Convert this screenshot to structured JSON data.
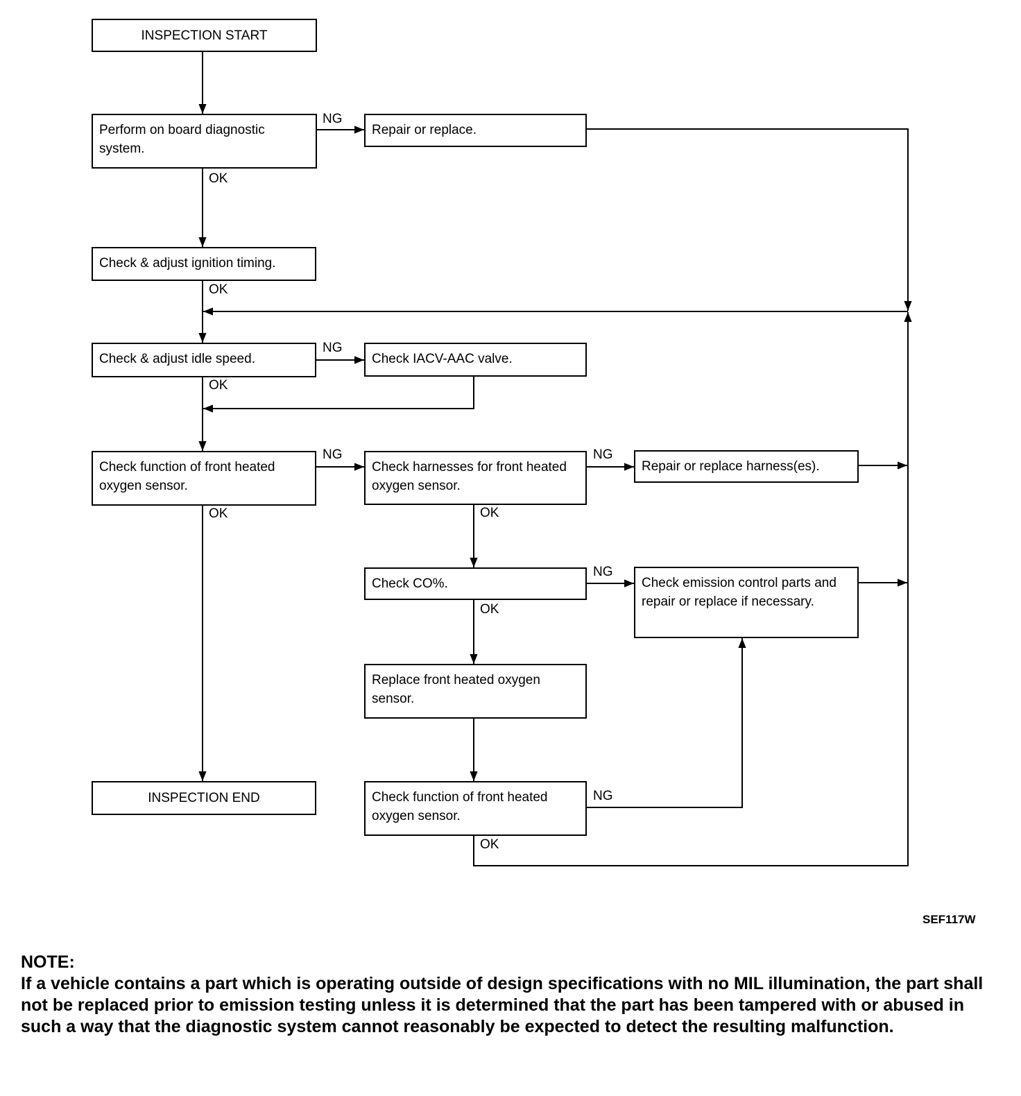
{
  "boxes": {
    "start": "INSPECTION START",
    "obd": "Perform on board diagnostic system.",
    "repair1": "Repair or replace.",
    "ignition": "Check & adjust ignition timing.",
    "idle": "Check & adjust idle speed.",
    "iacv": "Check IACV-AAC valve.",
    "o2_func1": "Check function of front heated oxygen sensor.",
    "harness": "Check harnesses for front heated oxygen sensor.",
    "repair_harness": "Repair or replace harness(es).",
    "co": "Check CO%.",
    "emission": "Check emission control parts and repair or replace if necessary.",
    "replace_o2": "Replace front heated oxygen sensor.",
    "o2_func2": "Check function of front heated oxygen sensor.",
    "end": "INSPECTION END"
  },
  "labels": {
    "ng": "NG",
    "ok": "OK"
  },
  "figure_id": "SEF117W",
  "note": {
    "heading": "NOTE:",
    "body": "If a vehicle contains a part which is operating outside of design specifications with no MIL illumination, the part shall not be replaced prior to emission testing unless it is determined that the part has been tampered with or abused in such a way that the diagnostic system cannot reasonably be expected to detect the resulting malfunction."
  }
}
